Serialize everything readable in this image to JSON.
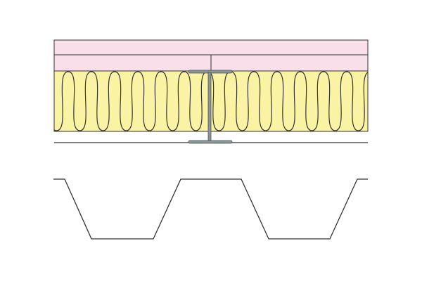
{
  "colors": {
    "board": "#f9dfe9",
    "insulation": "#fbf3a4",
    "line": "#333333",
    "steel": "#8c9599",
    "steel_edge": "#4a5256"
  },
  "layers": [
    "board-top",
    "board-second",
    "insulation",
    "air-gap",
    "steel-i-beam",
    "trapezoidal-profiled-deck"
  ]
}
